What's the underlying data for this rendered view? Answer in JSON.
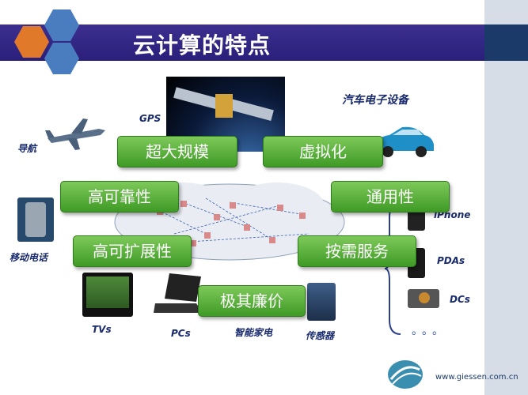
{
  "title": "云计算的特点",
  "features": {
    "chaodaguimo": "超大规模",
    "xunihua": "虚拟化",
    "gaokekao": "高可靠性",
    "tongyongxing": "通用性",
    "gaokekuozhan": "高可扩展性",
    "anxufuwu": "按需服务",
    "jiqilianjia": "极其廉价"
  },
  "labels": {
    "gps": "GPS",
    "navigation": "导航",
    "car_electronics": "汽车电子设备",
    "mobile": "移动电话",
    "iphone": "iPhone",
    "pdas": "PDAs",
    "dcs": "DCs",
    "tvs": "TVs",
    "pcs": "PCs",
    "appliances": "智能家电",
    "sensors": "传感器",
    "ellipsis": "。。。"
  },
  "footer": {
    "url": "www.giessen.com.cn"
  },
  "colors": {
    "title_bar": "#2a1f7a",
    "feature_green": "#4fa832",
    "hex_orange": "#e07a2a",
    "hex_blue": "#4a7cc0"
  }
}
